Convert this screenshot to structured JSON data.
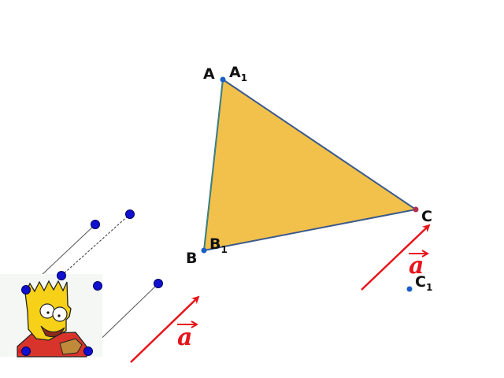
{
  "vertices": {
    "A": {
      "letter": "A",
      "sub": ""
    },
    "A1": {
      "letter": "A",
      "sub": "1"
    },
    "B": {
      "letter": "B",
      "sub": ""
    },
    "B1": {
      "letter": "B",
      "sub": "1"
    },
    "C": {
      "letter": "C",
      "sub": ""
    },
    "C1": {
      "letter": "C",
      "sub": "1"
    }
  },
  "vector_label": "a",
  "colors": {
    "triangle_fill": "#f1c14b",
    "triangle_stroke": "#3c5a8c",
    "vector": "#e8141b",
    "point": "#1a5fc8",
    "point_dark": "#1010d0",
    "segment": "#555555"
  },
  "cartoon": "bart-simpson-illustration"
}
